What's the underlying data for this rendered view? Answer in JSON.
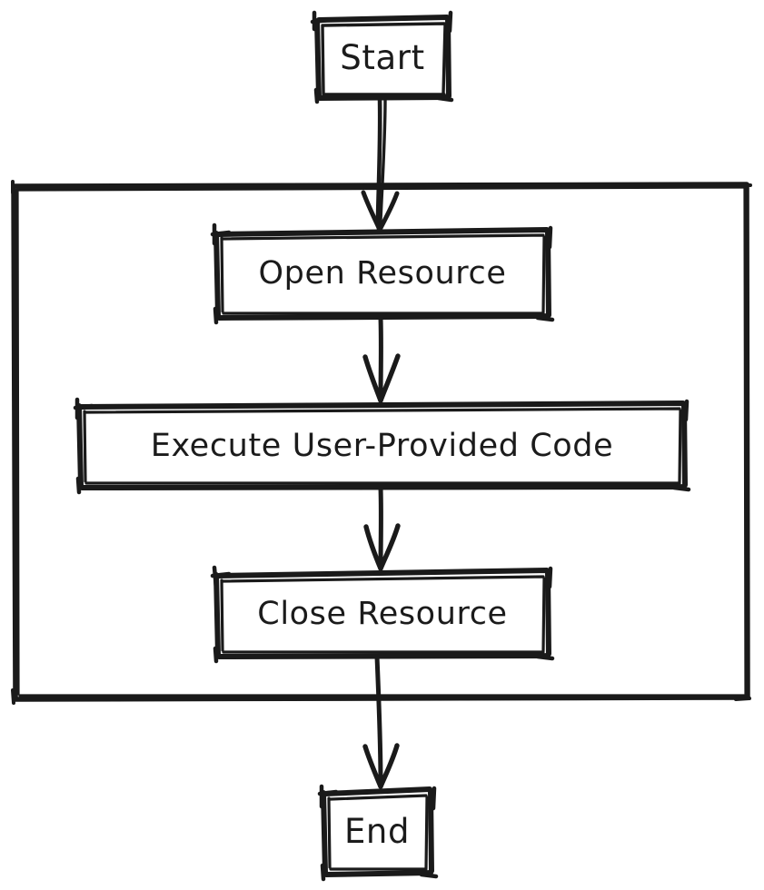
{
  "diagram": {
    "type": "flowchart",
    "direction": "top-to-bottom",
    "style": "hand-drawn-sketch",
    "colors": {
      "stroke": "#1a1a1a",
      "node_fill": "#ffffff",
      "text": "#1b1b1b",
      "background": "#ffffff",
      "container_fill": "#ffffff"
    },
    "nodes": [
      {
        "id": "start",
        "label": "Start",
        "shape": "rectangle"
      },
      {
        "id": "open",
        "label": "Open Resource",
        "shape": "rectangle"
      },
      {
        "id": "exec",
        "label": "Execute User-Provided Code",
        "shape": "rectangle"
      },
      {
        "id": "close",
        "label": "Close Resource",
        "shape": "rectangle"
      },
      {
        "id": "end",
        "label": "End",
        "shape": "rectangle"
      }
    ],
    "container": {
      "id": "resource-scope",
      "label": "",
      "contains": [
        "open",
        "exec",
        "close"
      ]
    },
    "edges": [
      {
        "from": "start",
        "to": "open",
        "label": "",
        "arrow": "arrow-down"
      },
      {
        "from": "open",
        "to": "exec",
        "label": "",
        "arrow": "arrow-down"
      },
      {
        "from": "exec",
        "to": "close",
        "label": "",
        "arrow": "arrow-down"
      },
      {
        "from": "close",
        "to": "end",
        "label": "",
        "arrow": "arrow-down"
      }
    ]
  }
}
